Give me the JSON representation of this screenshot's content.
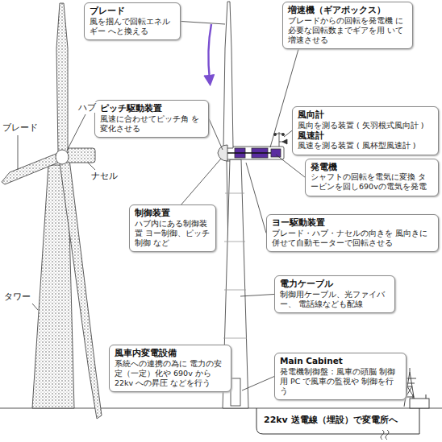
{
  "diagram": {
    "nodes": [
      {
        "text": [
          "ブレード",
          "風を掴んで回転エネルギー へと換える"
        ]
      },
      {
        "text": [
          "増速機（ギアボックス）",
          "ブレードからの回転を発電機 に必要な回転数までギアを用 いて増速させる"
        ]
      },
      {
        "text": [
          "ピッチ駆動装置",
          "風速に合わせてピッチ角 を変化させる"
        ]
      },
      {
        "text": [
          "風向計",
          "風向を測る装置 ( 矢羽根式風向計 )",
          "風速計",
          "風速を測る装置 ( 風杯型風速計 )"
        ]
      },
      {
        "text": [
          "発電機",
          "シャフトの回転を電気に変換 タービンを回し690vの電気を発電"
        ]
      },
      {
        "text": [
          "制御装置",
          "ハブ内にある制御装置 ヨー制御、ピッチ制御 など"
        ]
      },
      {
        "text": [
          "ヨー駆動装置",
          "ブレード・ハブ・ナセルの向きを 風向きに併せて自動モーターで回転させる"
        ]
      },
      {
        "text": [
          "電力ケーブル",
          "制御用ケーブル、光ファイバー、 電話線なども配線"
        ]
      },
      {
        "text": [
          "風車内変電設備",
          "系統への連携の為に 電力の安定（一定）化や 690v から 22kv への昇圧 などを行う"
        ]
      },
      {
        "text": [
          "Main Cabinet",
          "発電機制御盤：風車の頭脳 制御用 PC で風車の監視や 制御を行う"
        ]
      }
    ],
    "labels": [
      "ブレード",
      "ハブ",
      "ナセル",
      "タワー",
      "22kv 送電線（埋設）で変電所へ"
    ]
  }
}
